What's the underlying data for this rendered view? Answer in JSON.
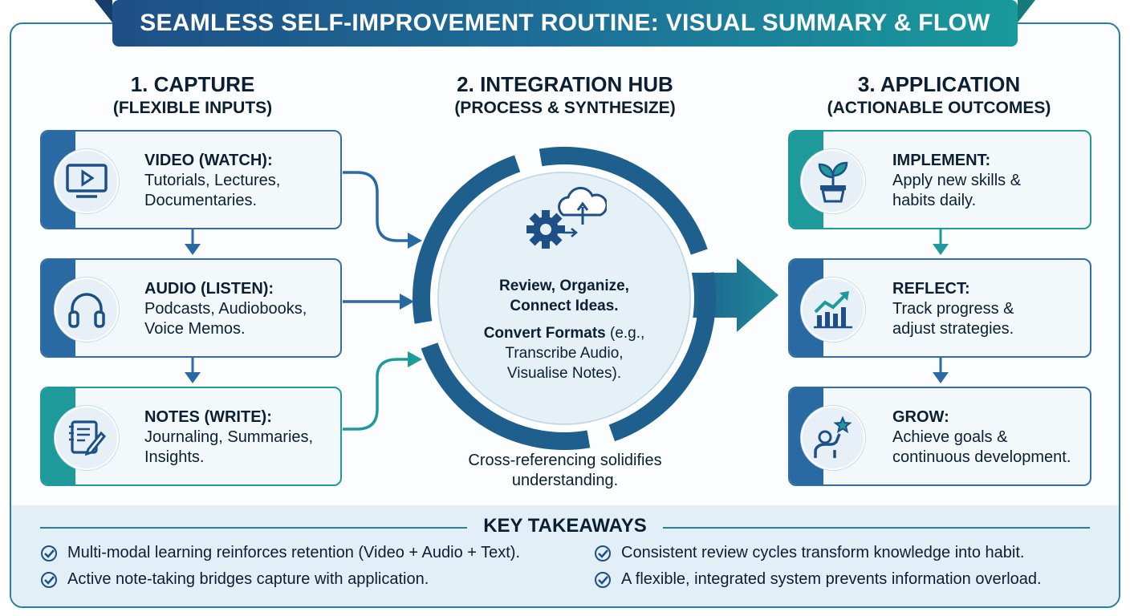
{
  "title": "SEAMLESS SELF-IMPROVEMENT ROUTINE: VISUAL SUMMARY & FLOW",
  "columns": {
    "capture": {
      "title": "1. CAPTURE",
      "subtitle": "(FLEXIBLE INPUTS)"
    },
    "hub": {
      "title": "2. INTEGRATION HUB",
      "subtitle": "(PROCESS & SYNTHESIZE)"
    },
    "application": {
      "title": "3. APPLICATION",
      "subtitle": "(ACTIONABLE OUTCOMES)"
    }
  },
  "inputs": [
    {
      "title": "VIDEO (WATCH):",
      "line1": "Tutorials, Lectures,",
      "line2": "Documentaries.",
      "icon": "video-player-icon"
    },
    {
      "title": "AUDIO (LISTEN):",
      "line1": "Podcasts, Audiobooks,",
      "line2": "Voice Memos.",
      "icon": "headphones-icon"
    },
    {
      "title": "NOTES (WRITE):",
      "line1": "Journaling, Summaries,",
      "line2": "Insights.",
      "icon": "notepad-pencil-icon"
    }
  ],
  "hub": {
    "line1": "Review, Organize,",
    "line2": "Connect Ideas.",
    "convert_bold": "Convert Formats",
    "convert_rest": " (e.g.,",
    "line4": "Transcribe Audio,",
    "line5": "Visualise Notes).",
    "caption1": "Cross-referencing solidifies",
    "caption2": "understanding.",
    "icon": "gear-cloud-sync-icon"
  },
  "outcomes": [
    {
      "title": "IMPLEMENT:",
      "line1": "Apply new skills &",
      "line2": "habits daily.",
      "icon": "plant-pot-icon"
    },
    {
      "title": "REFLECT:",
      "line1": "Track progress &",
      "line2": "adjust strategies.",
      "icon": "growth-chart-icon"
    },
    {
      "title": "GROW:",
      "line1": "Achieve goals &",
      "line2": "continuous development.",
      "icon": "person-star-icon"
    }
  ],
  "takeaways": {
    "title": "KEY TAKEAWAYS",
    "items": [
      "Multi-modal learning reinforces retention (Video + Audio + Text).",
      "Active note-taking bridges capture with application.",
      "Consistent review cycles transform knowledge into habit.",
      "A flexible, integrated system prevents information overload."
    ]
  },
  "colors": {
    "navy": "#1e4f86",
    "teal": "#1f9a9a",
    "blue": "#2a6aa3",
    "text": "#0b1f33"
  }
}
